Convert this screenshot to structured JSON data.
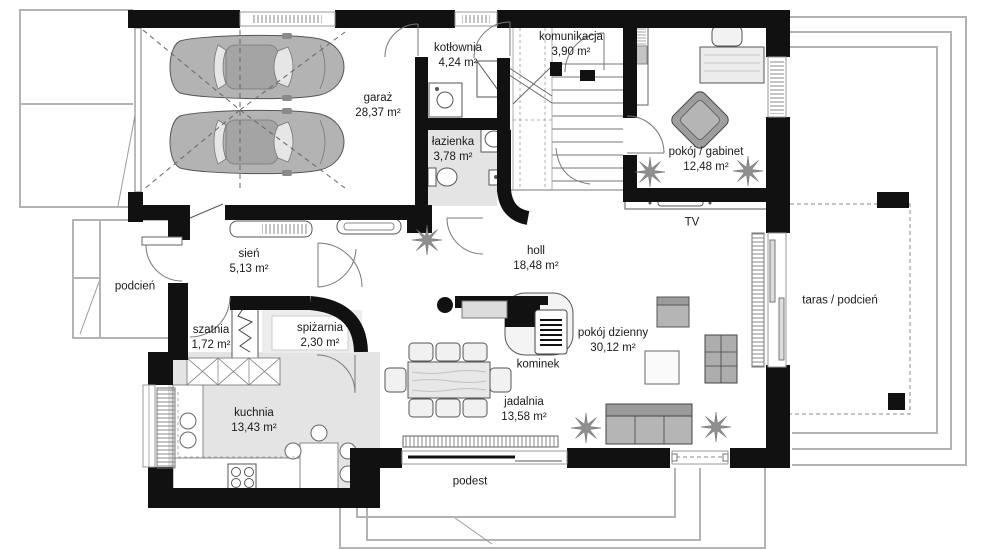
{
  "rooms": {
    "garaz": {
      "name": "garaż",
      "area": "28,37 m²"
    },
    "kotlownia": {
      "name": "kotłownia",
      "area": "4,24 m²"
    },
    "komunikacja": {
      "name": "komunikacja",
      "area": "3,90 m²"
    },
    "gabinet": {
      "name": "pokój / gabinet",
      "area": "12,48 m²"
    },
    "lazienka": {
      "name": "łazienka",
      "area": "3,78 m²"
    },
    "sien": {
      "name": "sień",
      "area": "5,13 m²"
    },
    "holl": {
      "name": "holl",
      "area": "18,48 m²"
    },
    "podcien": {
      "name": "podcień",
      "area": ""
    },
    "szatnia": {
      "name": "szatnia",
      "area": "1,72 m²"
    },
    "spizarnia": {
      "name": "spiżarnia",
      "area": "2,30 m²"
    },
    "kuchnia": {
      "name": "kuchnia",
      "area": "13,43 m²"
    },
    "jadalnia": {
      "name": "jadalnia",
      "area": "13,58 m²"
    },
    "pokoj_dzienny": {
      "name": "pokój dzienny",
      "area": "30,12 m²"
    },
    "kominek": {
      "name": "kominek",
      "area": ""
    },
    "tv": {
      "name": "TV",
      "area": ""
    },
    "taras": {
      "name": "taras / podcień",
      "area": ""
    },
    "podest": {
      "name": "podest",
      "area": ""
    }
  },
  "colors": {
    "wall": "#111111",
    "floor_gray": "#e4e4e4",
    "furniture_gray": "#b3b3b3",
    "outline_gray": "#b3b3b3"
  }
}
